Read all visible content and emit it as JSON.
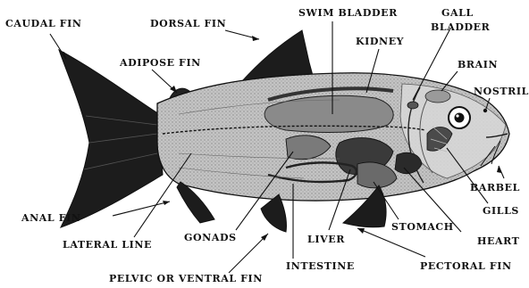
{
  "diagram": {
    "labels": {
      "caudal_fin": "CAUDAL FIN",
      "dorsal_fin": "DORSAL FIN",
      "swim_bladder": "SWIM BLADDER",
      "gall_bladder_line1": "GALL",
      "gall_bladder_line2": "BLADDER",
      "kidney": "KIDNEY",
      "adipose_fin": "ADIPOSE FIN",
      "brain": "BRAIN",
      "nostril": "NOSTRIL",
      "barbel": "BARBEL",
      "gills": "GILLS",
      "anal_fin": "ANAL FIN",
      "stomach": "STOMACH",
      "heart": "HEART",
      "lateral_line": "LATERAL LINE",
      "gonads": "GONADS",
      "liver": "LIVER",
      "pelvic_fin": "PELVIC OR VENTRAL FIN",
      "intestine": "INTESTINE",
      "pectoral_fin": "PECTORAL FIN"
    },
    "colors": {
      "ink": "#111111",
      "body_fill": "#bfbfbf",
      "organ_dark": "#3a3a3a",
      "organ_mid": "#7d7d7d",
      "fin_dark": "#1e1e1e"
    }
  }
}
